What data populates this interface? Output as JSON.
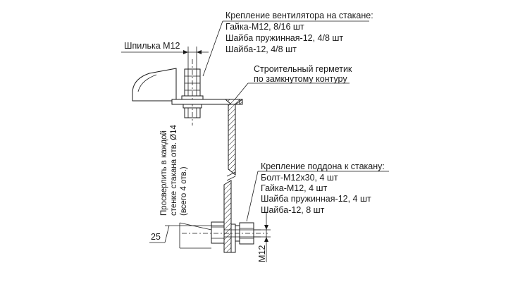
{
  "fan_mount": {
    "title": "Крепление вентилятора на стакане:",
    "lines": [
      "Гайка-М12, 8/16 шт",
      "Шайба пружинная-12, 4/8 шт",
      "Шайба-12, 4/8 шт"
    ]
  },
  "stud_label": "Шпилька М12",
  "sealant": {
    "line1": "Строительный герметик",
    "line2": "по замкнутому контуру"
  },
  "drill_note": {
    "line1": "Просверлить в каждой",
    "line2": "стенке стакана отв. Ø14",
    "line3": "(всего 4 отв.)"
  },
  "tray_mount": {
    "title": "Крепление поддона к стакану:",
    "lines": [
      "Болт-М12х30, 4 шт",
      "Гайка-М12, 4 шт",
      "Шайба пружинная-12, 4 шт",
      "Шайба-12, 8 шт"
    ]
  },
  "dim_25": "25",
  "dim_m12": "М12"
}
